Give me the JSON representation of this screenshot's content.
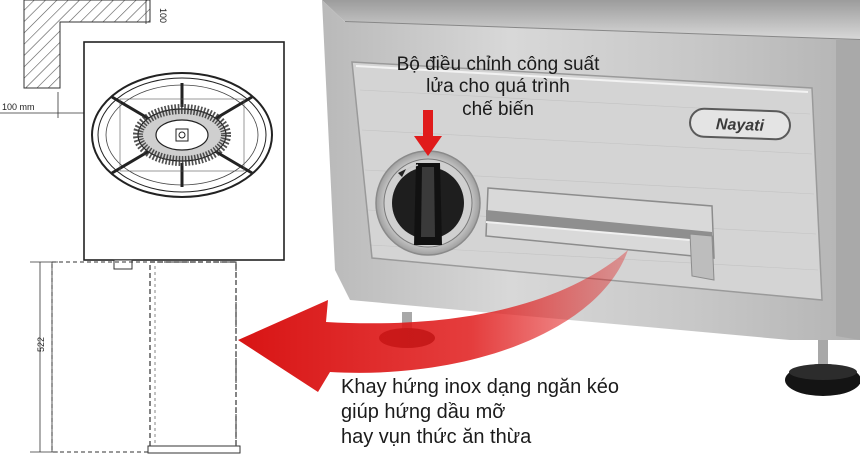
{
  "drawing": {
    "dim_clearance": "100 mm",
    "dim_top": "100",
    "dim_height": "522"
  },
  "product": {
    "brand": "Nayati"
  },
  "callouts": {
    "knob": {
      "lines": [
        "Bộ điều chỉnh công suất",
        "lửa cho quá trình",
        "chế biến"
      ]
    },
    "tray": {
      "lines": [
        "Khay hứng inox dạng ngăn kéo",
        "giúp hứng dầu mỡ",
        "hay vụn thức ăn thừa"
      ]
    }
  },
  "colors": {
    "arrow": "#e01b1b",
    "steel": "#c9c9c9"
  }
}
